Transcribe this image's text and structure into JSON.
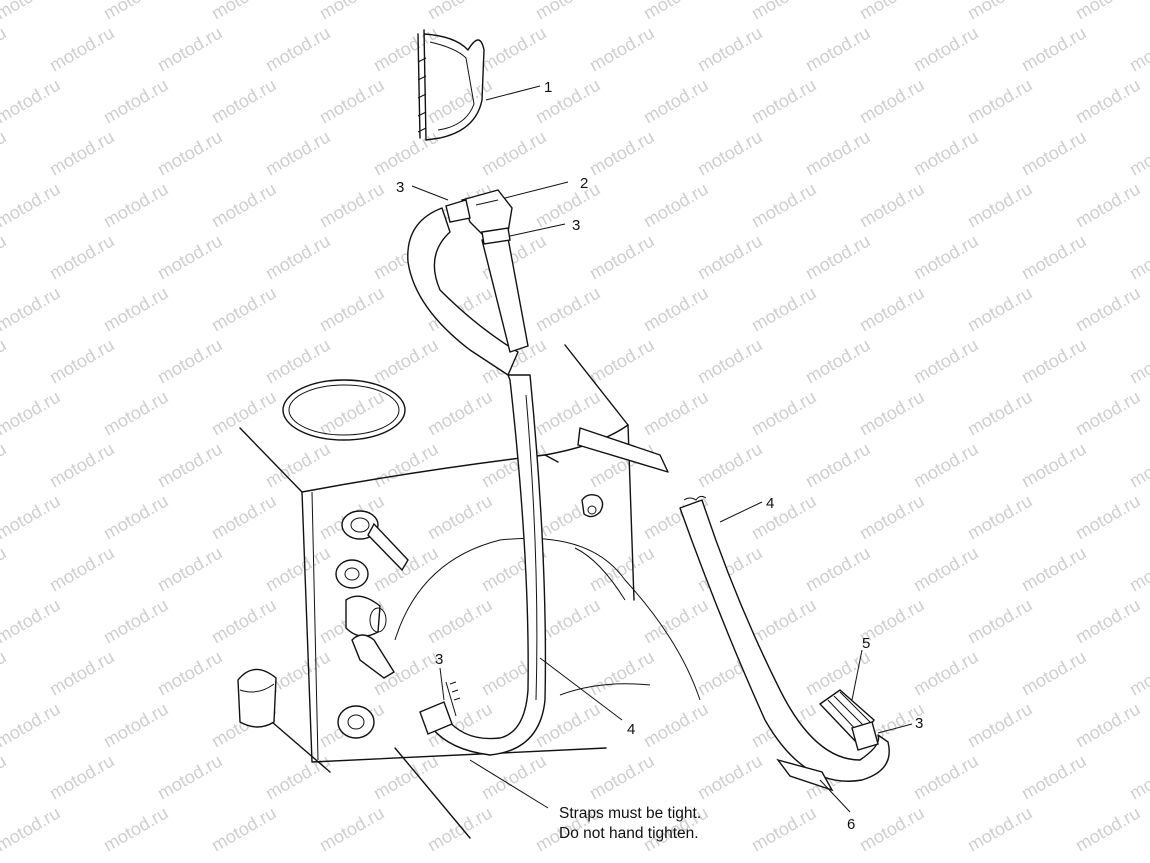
{
  "watermark": "motod.ru",
  "callouts": {
    "c1": "1",
    "c2": "2",
    "c3_top_left": "3",
    "c3_top_right": "3",
    "c3_bottom_left": "3",
    "c3_bottom_right": "3",
    "c4_middle": "4",
    "c4_right": "4",
    "c5": "5",
    "c6": "6"
  },
  "note": {
    "line1": "Straps must be tight.",
    "line2": "Do not hand tighten."
  }
}
